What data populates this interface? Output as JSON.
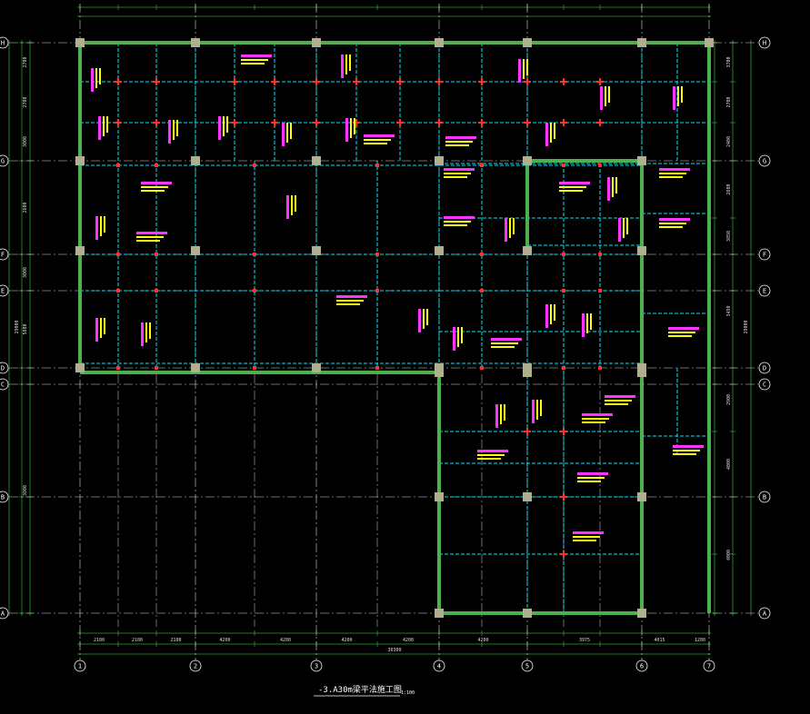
{
  "drawing": {
    "title": "-3.A30m梁平法施工图",
    "scale": "1:100",
    "colors": {
      "background": "#000000",
      "wall": "#4caf50",
      "column": "#b0b090",
      "beam": "#00e5ff",
      "axis": "#d8d8d8",
      "dimension": "#2e9e2e",
      "beam_point": "#ff3030",
      "label_yellow": "#ffff00",
      "label_magenta": "#ff33ff"
    }
  },
  "grid_columns": [
    {
      "label": "1"
    },
    {
      "label": "2"
    },
    {
      "label": "3"
    },
    {
      "label": "4"
    },
    {
      "label": "5"
    },
    {
      "label": "6"
    },
    {
      "label": "7"
    }
  ],
  "grid_rows": [
    {
      "label": "H"
    },
    {
      "label": "G"
    },
    {
      "label": "F"
    },
    {
      "label": "E"
    },
    {
      "label": "D"
    },
    {
      "label": "C"
    },
    {
      "label": "B"
    },
    {
      "label": "A"
    }
  ],
  "bottom_dims": [
    "2100",
    "2100",
    "2100",
    "4200",
    "4200",
    "4200",
    "4200",
    "4200",
    "3975",
    "4015",
    "1200"
  ],
  "bottom_total": "30300",
  "left_dims": [
    "2700",
    "2700",
    "3000",
    "2600",
    "3000",
    "5800",
    "3800"
  ],
  "left_total": "29000",
  "right_dims": [
    "3700",
    "2700",
    "2400",
    "2600",
    "3850",
    "3450",
    "2900",
    "4000",
    "4000"
  ],
  "right_total": "29000"
}
